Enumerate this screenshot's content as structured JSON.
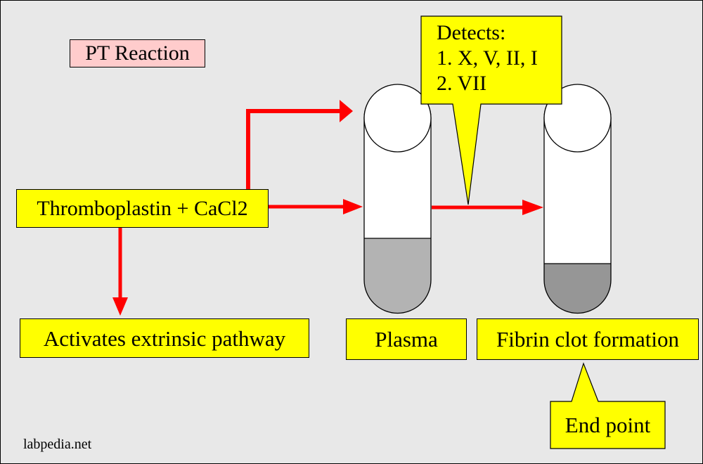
{
  "title": "PT Reaction",
  "reagent": "Thromboplastin + CaCl2",
  "pathway": "Activates extrinsic pathway",
  "plasma": "Plasma",
  "detects": {
    "heading": "Detects:",
    "items": [
      "1. X, V, II, I",
      "2. VII"
    ]
  },
  "result": "Fibrin clot formation",
  "end_point": "End point",
  "watermark": "labpedia.net",
  "colors": {
    "background": "#e8e8e8",
    "label_fill": "#ffff00",
    "title_fill": "#ffcccc",
    "arrow": "#ff0000",
    "plasma_liquid": "#b3b3b3",
    "clot": "#969696",
    "tube": "#ffffff"
  }
}
